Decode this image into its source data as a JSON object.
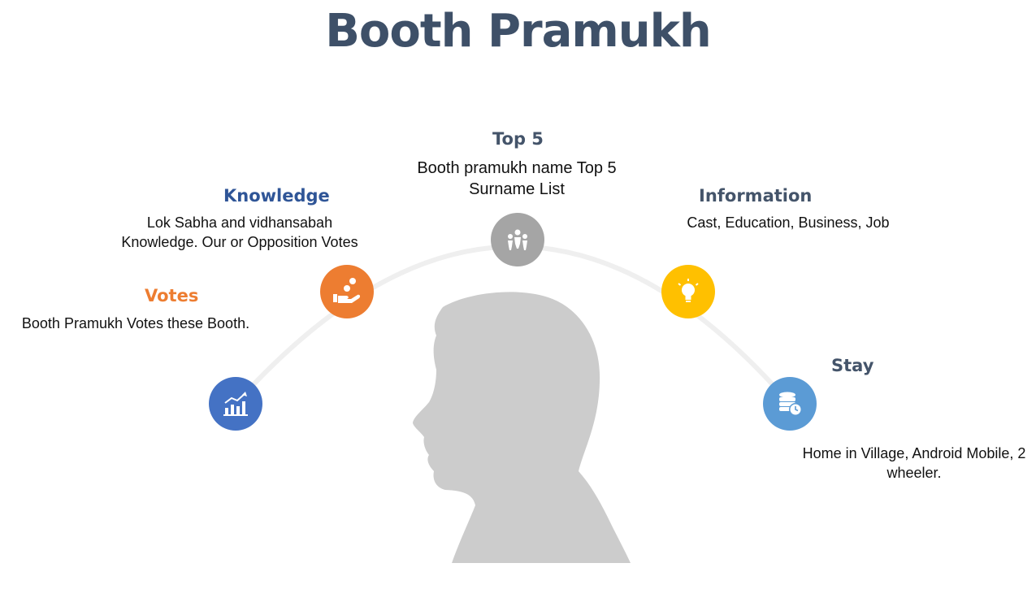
{
  "title": "Booth Pramukh",
  "colors": {
    "title": "#3e5068",
    "arc": "#efefef",
    "silhouette": "#cccccc"
  },
  "items": [
    {
      "heading": "Votes",
      "description": "Booth Pramukh Votes these Booth.",
      "heading_color": "#ed7d31",
      "circle_color": "#4472c4",
      "icon": "chart-growth-icon"
    },
    {
      "heading": "Knowledge",
      "description": "Lok Sabha and vidhansabah Knowledge. Our or Opposition Votes",
      "heading_color": "#2f5597",
      "circle_color": "#ed7d31",
      "icon": "hand-coins-icon"
    },
    {
      "heading": "Top 5",
      "description": "Booth pramukh name Top 5 Surname List",
      "heading_color": "#44546a",
      "circle_color": "#a5a5a5",
      "icon": "people-group-icon"
    },
    {
      "heading": "Information",
      "description": "Cast, Education, Business, Job",
      "heading_color": "#44546a",
      "circle_color": "#ffc000",
      "icon": "lightbulb-icon"
    },
    {
      "heading": "Stay",
      "description": "Home in Village, Android Mobile, 2 wheeler.",
      "heading_color": "#44546a",
      "circle_color": "#5b9bd5",
      "icon": "database-clock-icon"
    }
  ]
}
